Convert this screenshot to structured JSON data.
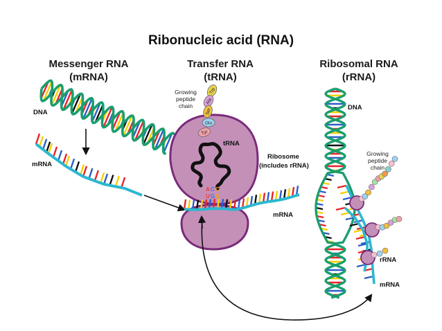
{
  "title": "Ribonucleic acid (RNA)",
  "columns": {
    "mrna": {
      "heading_line1": "Messenger RNA",
      "heading_line2": "(mRNA)"
    },
    "trna": {
      "heading_line1": "Transfer RNA",
      "heading_line2": "(tRNA)"
    },
    "rrna": {
      "heading_line1": "Ribosomal RNA",
      "heading_line2": "(rRNA)"
    }
  },
  "labels": {
    "dna_left": "DNA",
    "mrna_left": "mRNA",
    "growing_chain_mid": [
      "Growing",
      "peptide",
      "chain"
    ],
    "trna": "tRNA",
    "ribosome_line1": "Ribosome",
    "ribosome_line2": "(includes rRNA)",
    "mrna_mid": "mRNA",
    "dna_right": "DNA",
    "growing_chain_right": [
      "Growing",
      "peptide",
      "chain"
    ],
    "rrna": "rRNA",
    "mrna_right": "mRNA"
  },
  "amino_acids": [
    {
      "name": "Trp",
      "color": "#e8d44d"
    },
    {
      "name": "Ala",
      "color": "#d9a0d8"
    },
    {
      "name": "Ser",
      "color": "#f0c040"
    },
    {
      "name": "Glu",
      "color": "#9fd3f0"
    },
    {
      "name": "Tyr",
      "color": "#f2a0a8"
    }
  ],
  "anticodon": {
    "top": [
      {
        "letter": "A",
        "color": "#ee3a3a"
      },
      {
        "letter": "C",
        "color": "#3a78d8"
      },
      {
        "letter": "C",
        "color": "#f0a020"
      }
    ],
    "bottom": [
      {
        "letter": "U",
        "color": "#ee3a3a"
      },
      {
        "letter": "G",
        "color": "#3a78d8"
      },
      {
        "letter": "G",
        "color": "#f0a020"
      }
    ]
  },
  "colors": {
    "backbone_green": "#1a9e6e",
    "backbone_cyan": "#2cb8d0",
    "ribosome_fill": "#c490b8",
    "ribosome_stroke": "#7a2a7a",
    "base_red": "#e8232a",
    "base_yellow": "#f5d000",
    "base_blue": "#2a5ec8",
    "base_black": "#111111",
    "arrow": "#111111"
  }
}
